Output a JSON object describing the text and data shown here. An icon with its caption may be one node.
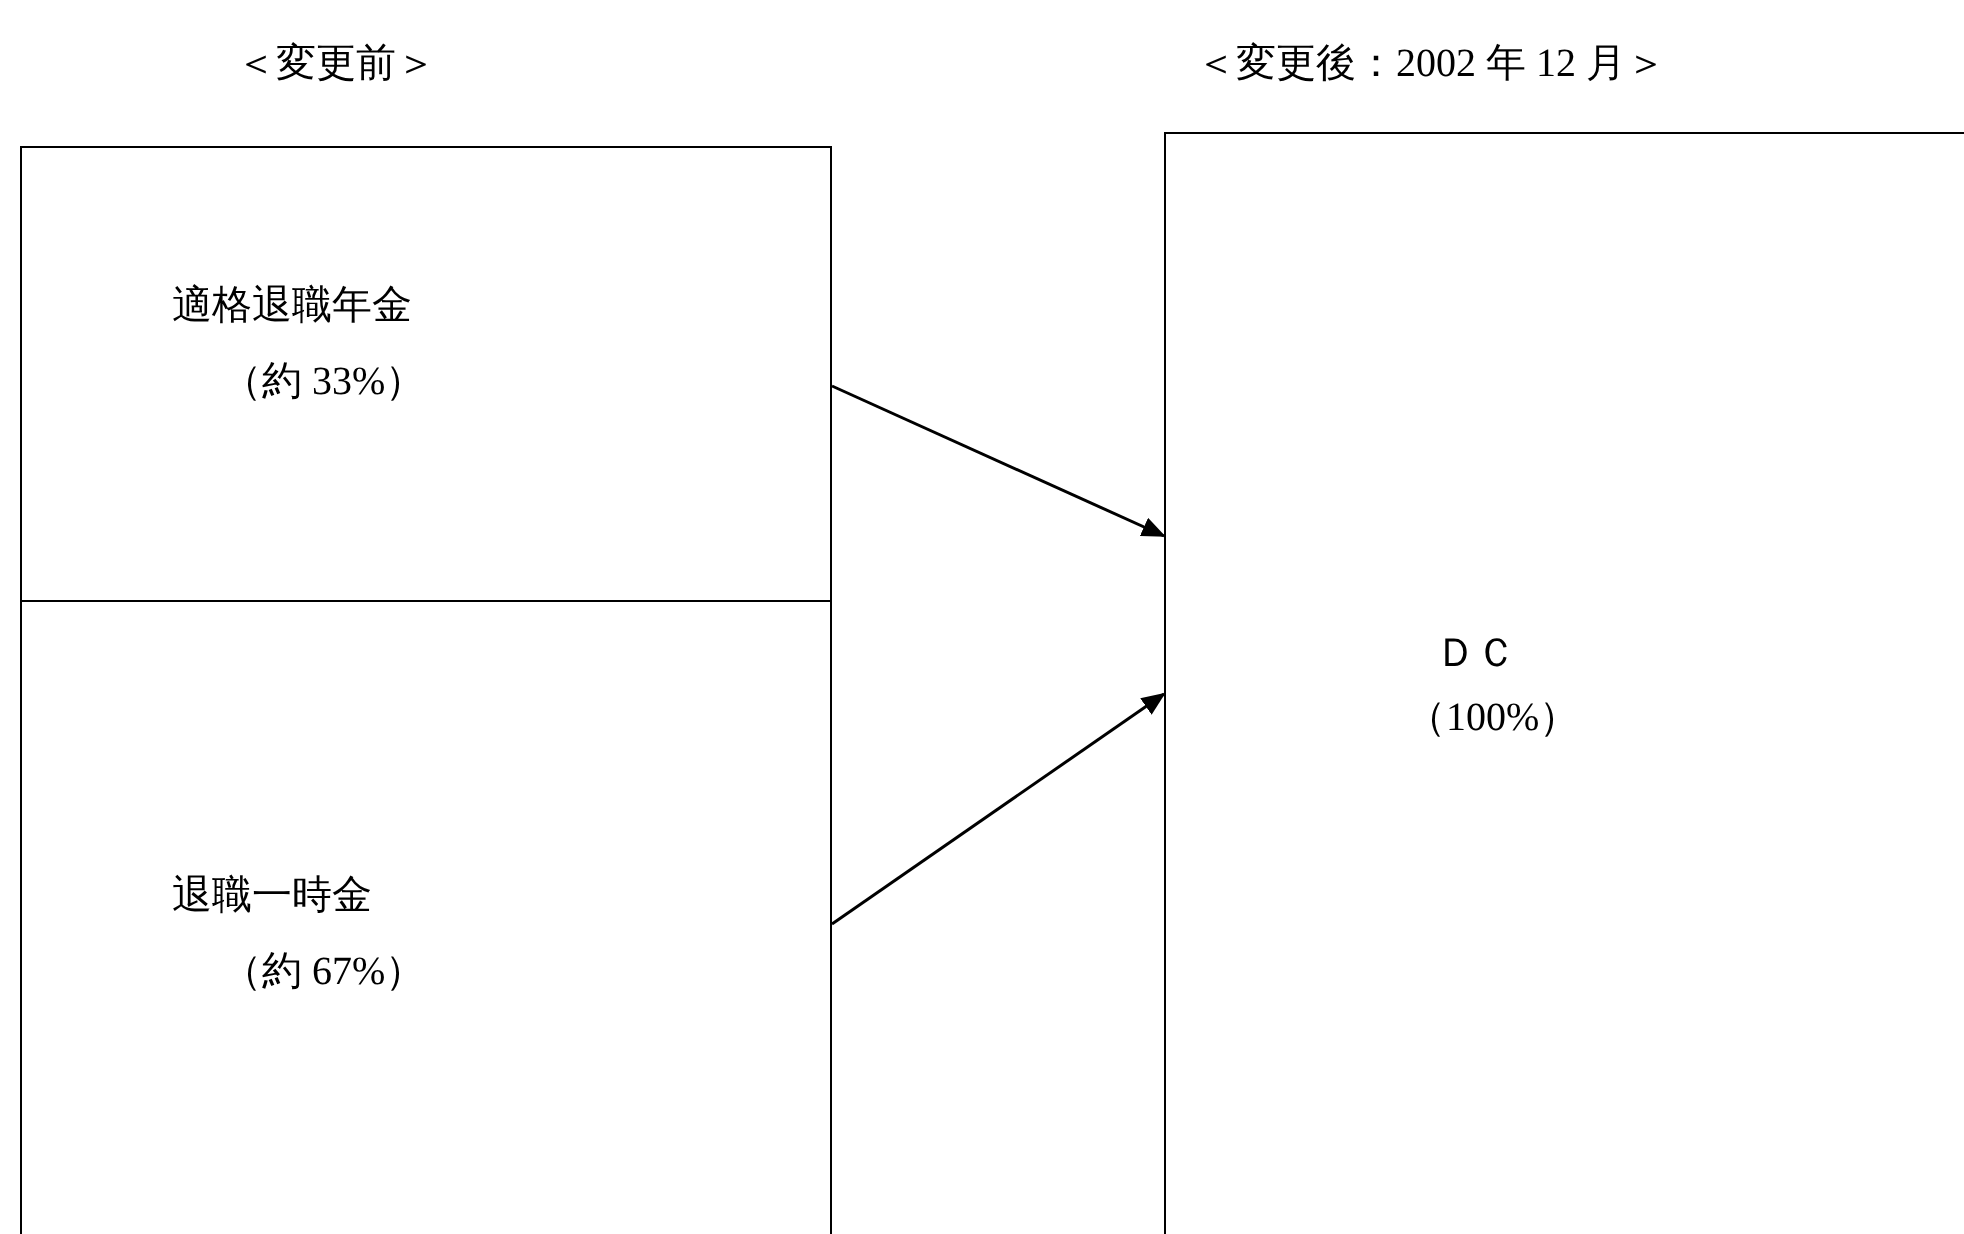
{
  "diagram": {
    "nodes": [
      {
        "text": [
          "適格退職年金",
          "（約 33%）"
        ]
      },
      {
        "text": [
          "退職一時金",
          "（約 67%）"
        ]
      },
      {
        "text": [
          "ＤＣ",
          "（100%）"
        ]
      }
    ],
    "edges": [
      {
        "from": 0,
        "to": 2,
        "arrow": "to"
      },
      {
        "from": 1,
        "to": 2,
        "arrow": "to"
      }
    ],
    "labels": [
      "＜変更前＞",
      "＜変更後：2002 年 12 月＞"
    ]
  }
}
